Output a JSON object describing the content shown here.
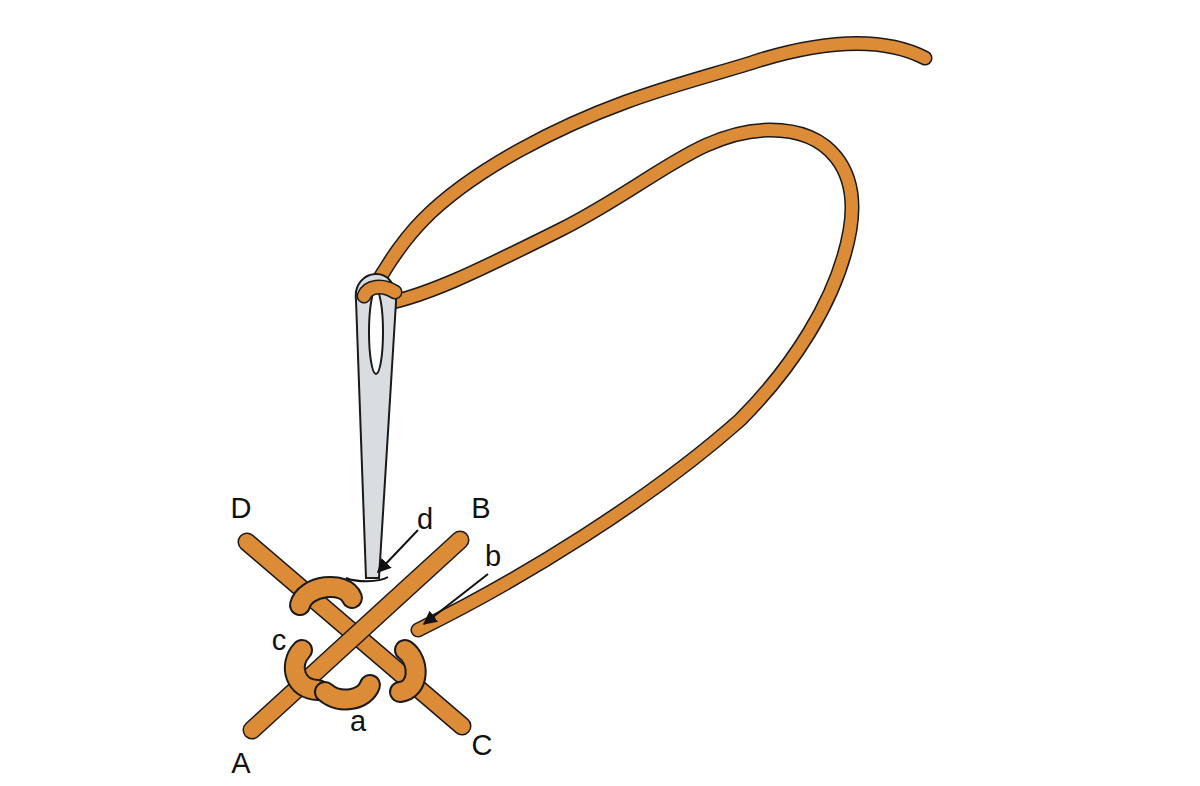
{
  "diagram": {
    "labels": [
      "D",
      "d",
      "B",
      "b",
      "c",
      "A",
      "a",
      "C"
    ]
  }
}
